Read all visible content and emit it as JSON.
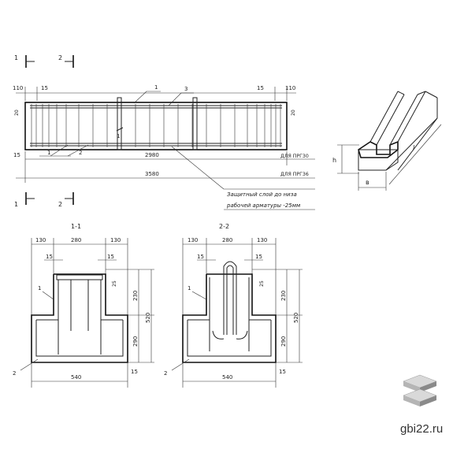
{
  "watermark": "gbi22.ru",
  "colors": {
    "line": "#222222",
    "logo_top": "#d9d9d9",
    "logo_side": "#8a8a8a",
    "logo_front": "#b5b5b5"
  },
  "icons": {
    "logo": "stacked-slabs-icon"
  },
  "elevation": {
    "section_marks": [
      "1",
      "1",
      "2",
      "2"
    ],
    "dims_left": [
      "110",
      "15",
      "20",
      "15"
    ],
    "dims_right": [
      "15",
      "110",
      "20"
    ],
    "leaders": [
      "1",
      "3",
      "1",
      "2",
      "1"
    ],
    "length_1": "2980",
    "length_2": "3580",
    "for_1": "ДЛЯ ПРГ30",
    "for_2": "ДЛЯ ПРГ36",
    "note_line1": "Защитный слой до низа",
    "note_line2": "рабочей арматуры -25мм"
  },
  "iso": {
    "h": "h",
    "b": "в",
    "l": "l"
  },
  "section_1": {
    "title": "1-1",
    "top_dims": [
      "130",
      "280",
      "130"
    ],
    "inner_dims": [
      "15",
      "15"
    ],
    "right_dims": [
      "25",
      "230",
      "290",
      "520"
    ],
    "bottom_small": "15",
    "width": "540",
    "labels": [
      "1",
      "2"
    ]
  },
  "section_2": {
    "title": "2-2",
    "top_dims": [
      "130",
      "280",
      "130"
    ],
    "inner_dims": [
      "15",
      "15"
    ],
    "right_dims": [
      "25",
      "230",
      "290",
      "520"
    ],
    "bottom_small": "15",
    "width": "540",
    "labels": [
      "1",
      "2"
    ]
  }
}
